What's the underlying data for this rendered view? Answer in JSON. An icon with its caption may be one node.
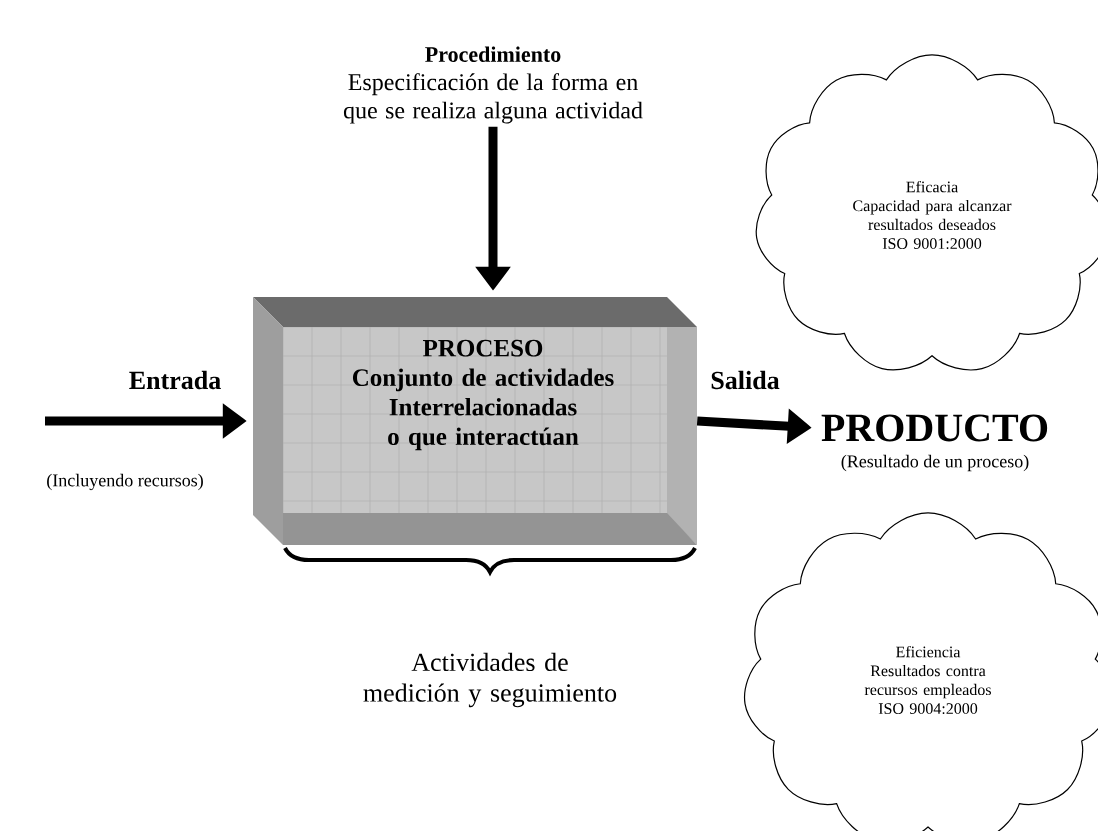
{
  "diagram": {
    "nodes": [
      {
        "text": [
          "Procedimiento",
          "Especificación de la forma en que se realiza alguna actividad"
        ]
      },
      {
        "text": [
          "PROCESO",
          "Conjunto de actividades Interrelacionadas o que interactúan"
        ]
      },
      {
        "text": [
          "PRODUCTO"
        ],
        "beside": [
          "(Resultado de un proceso)"
        ]
      },
      {
        "text": [
          "Eficacia",
          "Capacidad para alcanzar resultados deseados",
          "ISO 9001:2000"
        ]
      },
      {
        "text": [
          "Eficiencia",
          "Resultados contra recursos empleados",
          "ISO 9004:2000"
        ]
      }
    ],
    "edges": [
      {
        "from": 0,
        "to": 1,
        "arrow": "to"
      },
      {
        "from": null,
        "to": 1,
        "arrow": "to",
        "label": "Entrada"
      },
      {
        "from": 1,
        "to": 2,
        "arrow": "to",
        "label": "Salida"
      }
    ],
    "labels": [
      "(Incluyendo recursos)",
      "Actividades de medición y seguimiento"
    ]
  }
}
